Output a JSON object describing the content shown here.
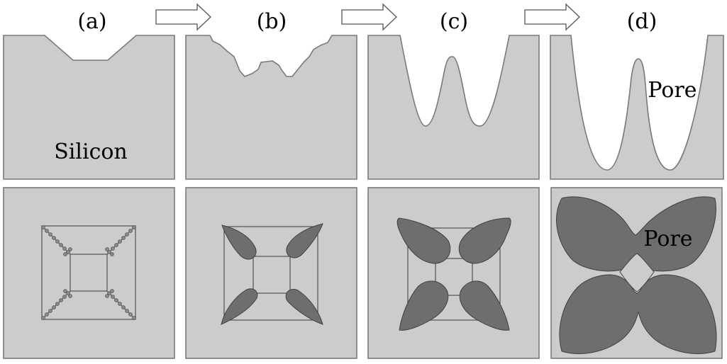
{
  "panels": [
    {
      "id": "a",
      "label": "(a)"
    },
    {
      "id": "b",
      "label": "(b)"
    },
    {
      "id": "c",
      "label": "(c)"
    },
    {
      "id": "d",
      "label": "(d)"
    }
  ],
  "labels": {
    "silicon": "Silicon",
    "pore_top": "Pore",
    "pore_bottom": "Pore"
  },
  "colors": {
    "silicon": "#cccccc",
    "pore_cross_section": "#ffffff",
    "pore_plan_view": "#6e6e6e",
    "outline": "#7a7a7a"
  }
}
